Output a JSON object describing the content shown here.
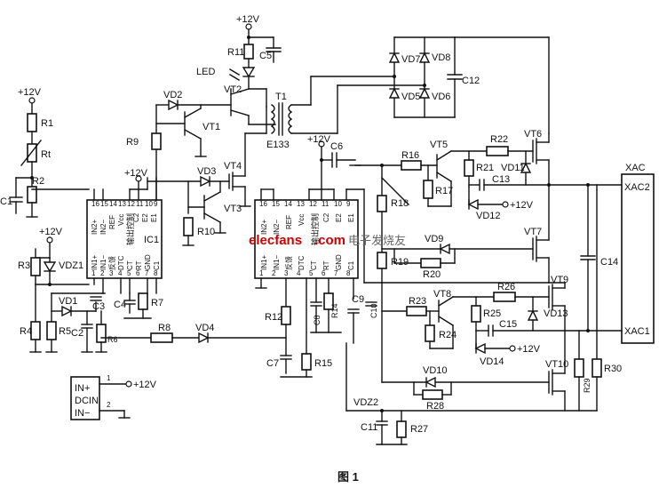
{
  "figure_caption": "图 1",
  "watermark": {
    "brand": "elecfans",
    "tld": ".com",
    "cn": "电子发烧友"
  },
  "supply": {
    "v12": "+12V"
  },
  "dcin": {
    "in_plus": "IN+",
    "name": "DCIN",
    "in_minus": "IN−",
    "pin1": "1",
    "pin2": "2"
  },
  "ic1": {
    "name": "IC1",
    "in2p": "IN2+",
    "in2m": "IN2−",
    "ref": "REF",
    "vcc": "Vcc",
    "c2": "C2",
    "e2": "E2",
    "e1": "E1",
    "in1p": "IN1+",
    "in1m": "IN1−",
    "fb": "反馈",
    "dtc": "DTC",
    "ct": "CT",
    "rt": "RT",
    "gnd": "GND",
    "c1": "C1",
    "ctrl": "输出控制"
  },
  "ic2": {
    "in2p": "IN2+",
    "in2m": "IN2−",
    "ref": "REF",
    "vcc": "Vcc",
    "c2": "C2",
    "e2": "E2",
    "e1": "E1",
    "in1p": "IN1+",
    "in1m": "IN1−",
    "fb": "反馈",
    "dtc": "DTC",
    "ct": "CT",
    "rt": "RT",
    "gnd": "GND",
    "c1": "C1",
    "ctrl": "输出控制"
  },
  "pins_top": [
    "16",
    "15",
    "14",
    "13",
    "12",
    "11",
    "10",
    "9"
  ],
  "pins_bottom": [
    "1",
    "2",
    "3",
    "4",
    "5",
    "6",
    "7",
    "8"
  ],
  "transformer": {
    "name": "T1",
    "core": "E133"
  },
  "connector": {
    "name": "XAC",
    "p2": "XAC2",
    "p1": "XAC1"
  },
  "parts": {
    "R1": "R1",
    "Rt": "Rt",
    "R2": "R2",
    "C1": "C1",
    "R3": "R3",
    "VDZ1": "VDZ1",
    "R4": "R4",
    "R5": "R5",
    "VD1": "VD1",
    "C3": "C3",
    "C2": "C2",
    "R6": "R6",
    "C4": "C4",
    "R7": "R7",
    "R8": "R8",
    "VD4": "VD4",
    "R9": "R9",
    "VD2": "VD2",
    "VT1": "VT1",
    "VT2": "VT2",
    "LED": "LED",
    "R11": "R11",
    "C5": "C5",
    "VD3": "VD3",
    "VT3": "VT3",
    "VT4": "VT4",
    "R10": "R10",
    "VD7": "VD7",
    "VD8": "VD8",
    "VD5": "VD5",
    "VD6": "VD6",
    "C12": "C12",
    "C6": "C6",
    "R12": "R12",
    "C7": "C7",
    "R15": "R15",
    "C8": "C8",
    "R14": "R14",
    "C9": "C9",
    "C10": "C10",
    "R18": "R18",
    "R19": "R19",
    "R16": "R16",
    "VT5": "VT5",
    "R17": "R17",
    "R22": "R22",
    "VT6": "VT6",
    "R21": "R21",
    "VD11": "VD11",
    "C13": "C13",
    "VD12": "VD12",
    "VD9": "VD9",
    "R20": "R20",
    "VT7": "VT7",
    "C14": "C14",
    "R23": "R23",
    "VT8": "VT8",
    "R24": "R24",
    "R26": "R26",
    "VT9": "VT9",
    "R25": "R25",
    "VD13": "VD13",
    "C15": "C15",
    "VD14": "VD14",
    "VD10": "VD10",
    "R28": "R28",
    "VT10": "VT10",
    "R29": "R29",
    "R30": "R30",
    "VDZ2": "VDZ2",
    "C11": "C11",
    "R27": "R27"
  }
}
